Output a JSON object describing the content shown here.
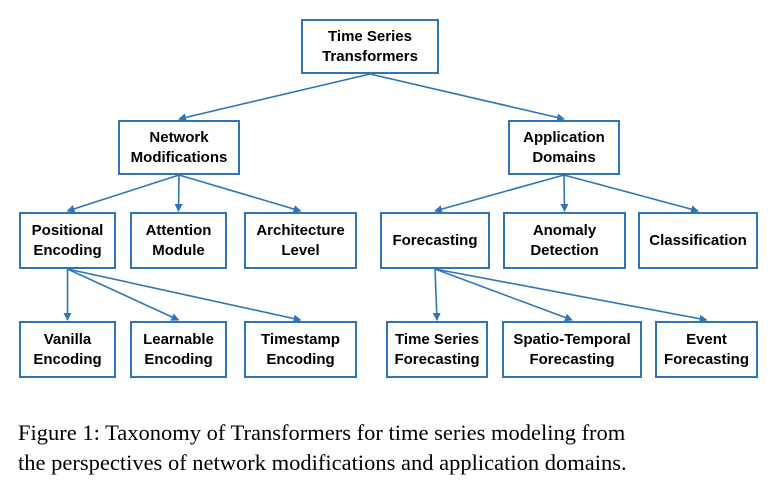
{
  "diagram": {
    "line_color": "#2e75b6",
    "nodes": {
      "root": "Time Series\nTransformers",
      "network": "Network\nModifications",
      "application": "Application\nDomains",
      "positional": "Positional\nEncoding",
      "attention": "Attention\nModule",
      "architecture": "Architecture\nLevel",
      "forecasting": "Forecasting",
      "anomaly": "Anomaly\nDetection",
      "classification": "Classification",
      "vanilla": "Vanilla\nEncoding",
      "learnable": "Learnable\nEncoding",
      "timestamp": "Timestamp\nEncoding",
      "ts_forecasting": "Time Series\nForecasting",
      "spatio": "Spatio-Temporal\nForecasting",
      "event": "Event\nForecasting"
    },
    "edges": [
      [
        "root",
        "network"
      ],
      [
        "root",
        "application"
      ],
      [
        "network",
        "positional"
      ],
      [
        "network",
        "attention"
      ],
      [
        "network",
        "architecture"
      ],
      [
        "application",
        "forecasting"
      ],
      [
        "application",
        "anomaly"
      ],
      [
        "application",
        "classification"
      ],
      [
        "positional",
        "vanilla"
      ],
      [
        "positional",
        "learnable"
      ],
      [
        "positional",
        "timestamp"
      ],
      [
        "forecasting",
        "ts_forecasting"
      ],
      [
        "forecasting",
        "spatio"
      ],
      [
        "forecasting",
        "event"
      ]
    ]
  },
  "caption": {
    "line1": "Figure 1: Taxonomy of Transformers for time series modeling from",
    "line2": "the perspectives of network modifications and application domains."
  }
}
